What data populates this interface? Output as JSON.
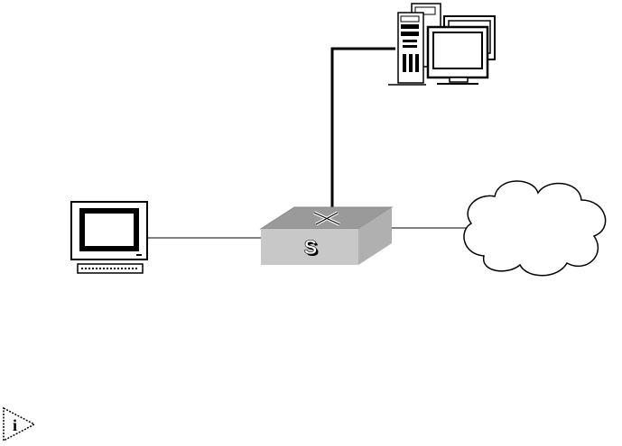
{
  "diagram": {
    "type": "network-topology",
    "nodes": [
      {
        "id": "server-with-workstations",
        "icon": "server-workstations-icon"
      },
      {
        "id": "pc",
        "icon": "desktop-computer-icon"
      },
      {
        "id": "switch",
        "icon": "switch-icon",
        "label": "S"
      },
      {
        "id": "network",
        "icon": "cloud-icon"
      }
    ],
    "links": [
      {
        "from": "switch",
        "to": "server-with-workstations",
        "style": "thick"
      },
      {
        "from": "switch",
        "to": "pc",
        "style": "thin"
      },
      {
        "from": "switch",
        "to": "network",
        "style": "thin"
      }
    ]
  },
  "note": {
    "icon": "info-icon",
    "icon_glyph": "i"
  },
  "colors": {
    "switch_fill": "#c8c8c8",
    "switch_top": "#9a9a9a",
    "switch_side": "#8a8a8a",
    "line": "#000000"
  }
}
